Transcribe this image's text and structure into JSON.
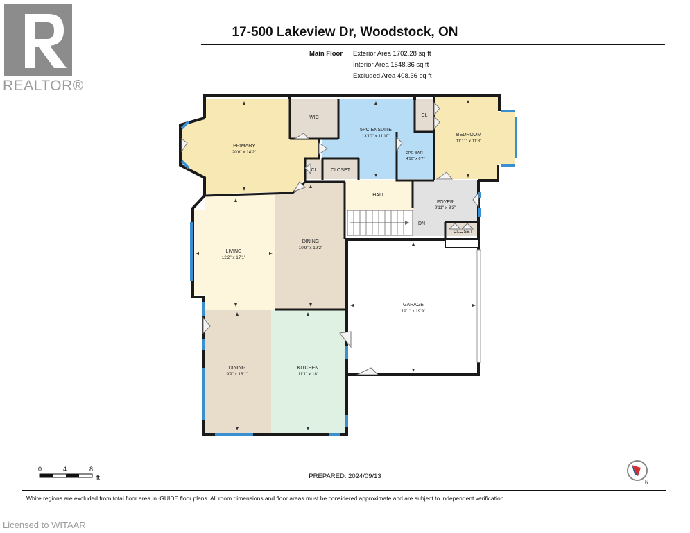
{
  "header": {
    "title": "17-500 Lakeview Dr, Woodstock, ON",
    "floor_name": "Main Floor",
    "exterior_area": "Exterior Area 1702.28 sq ft",
    "interior_area": "Interior Area 1548.36 sq ft",
    "excluded_area": "Excluded Area 408.36 sq ft"
  },
  "logo": {
    "word": "REALTOR®"
  },
  "rooms": {
    "primary": {
      "name": "PRIMARY",
      "dim": "20'6\" x 14'2\""
    },
    "wic": {
      "name": "WIC"
    },
    "ensuite": {
      "name": "5PC ENSUITE",
      "dim": "13'10\" x 11'10\""
    },
    "cl_top": {
      "name": "CL"
    },
    "bedroom": {
      "name": "BEDROOM",
      "dim": "11'11\" x 11'8\""
    },
    "bath2": {
      "name": "2PC BATH",
      "dim": "4'10\" x 6'7\""
    },
    "cl_primary": {
      "name": "CL"
    },
    "closet_mid": {
      "name": "CLOSET"
    },
    "hall": {
      "name": "HALL"
    },
    "foyer": {
      "name": "FOYER",
      "dim": "9'11\" x 8'3\""
    },
    "closet_foyer": {
      "name": "CLOSET"
    },
    "stairs": {
      "label": "DN"
    },
    "living": {
      "name": "LIVING",
      "dim": "12'2\" x 17'1\""
    },
    "dining_upper": {
      "name": "DINING",
      "dim": "10'9\" x 19'2\""
    },
    "garage": {
      "name": "GARAGE",
      "dim": "19'1\" x 19'9\""
    },
    "dining_lower": {
      "name": "DINING",
      "dim": "9'9\" x 18'1\""
    },
    "kitchen": {
      "name": "KITCHEN",
      "dim": "11'1\" x 18'"
    }
  },
  "scale": {
    "ticks": [
      "0",
      "4",
      "8"
    ],
    "unit": "ft"
  },
  "compass": {
    "label": "N"
  },
  "prepared": "PREPARED: 2024/09/13",
  "disclaimer": "White regions are excluded from total floor area in iGUIDE floor plans. All room dimensions and floor areas must be considered approximate and are subject to independent verification.",
  "watermark": "Licensed to WITAAR",
  "colors": {
    "primary": "#f8e8b4",
    "wic": "#e4dcd0",
    "ensuite": "#b7dcf6",
    "bedroom": "#f8e8b4",
    "living": "#fdf5dc",
    "dining_upper": "#e8dccb",
    "hall_foyer": "#fdf5dc",
    "foyer": "#e2e2e2",
    "dining_lower": "#e8dccb",
    "kitchen": "#dff1e3",
    "garage": "#ffffff",
    "wall": "#1a1a1a",
    "window": "#3a8fd0",
    "logo": "#8c8c8c"
  }
}
